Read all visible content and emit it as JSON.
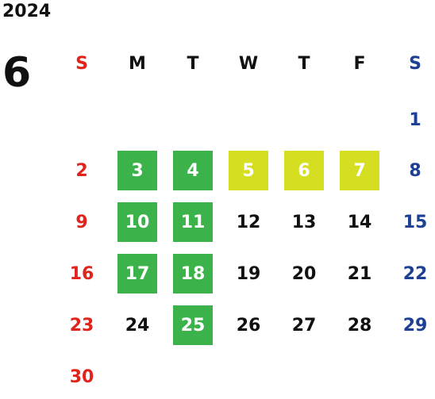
{
  "year": "2024",
  "month": "6",
  "weekdays": [
    "S",
    "M",
    "T",
    "W",
    "T",
    "F",
    "S"
  ],
  "colors": {
    "sunday": "#e0231b",
    "saturday": "#1d3f94",
    "weekday": "#111111",
    "green_highlight": "#3cb34a",
    "yellow_highlight": "#d6de22",
    "highlight_text": "#ffffff"
  },
  "weeks": [
    [
      null,
      null,
      null,
      null,
      null,
      null,
      {
        "n": "1"
      }
    ],
    [
      {
        "n": "2"
      },
      {
        "n": "3",
        "hl": "green"
      },
      {
        "n": "4",
        "hl": "green"
      },
      {
        "n": "5",
        "hl": "yellow"
      },
      {
        "n": "6",
        "hl": "yellow"
      },
      {
        "n": "7",
        "hl": "yellow"
      },
      {
        "n": "8"
      }
    ],
    [
      {
        "n": "9"
      },
      {
        "n": "10",
        "hl": "green"
      },
      {
        "n": "11",
        "hl": "green"
      },
      {
        "n": "12"
      },
      {
        "n": "13"
      },
      {
        "n": "14"
      },
      {
        "n": "15"
      }
    ],
    [
      {
        "n": "16"
      },
      {
        "n": "17",
        "hl": "green"
      },
      {
        "n": "18",
        "hl": "green"
      },
      {
        "n": "19"
      },
      {
        "n": "20"
      },
      {
        "n": "21"
      },
      {
        "n": "22"
      }
    ],
    [
      {
        "n": "23"
      },
      {
        "n": "24"
      },
      {
        "n": "25",
        "hl": "green"
      },
      {
        "n": "26"
      },
      {
        "n": "27"
      },
      {
        "n": "28"
      },
      {
        "n": "29"
      }
    ],
    [
      {
        "n": "30"
      },
      null,
      null,
      null,
      null,
      null,
      null
    ]
  ]
}
